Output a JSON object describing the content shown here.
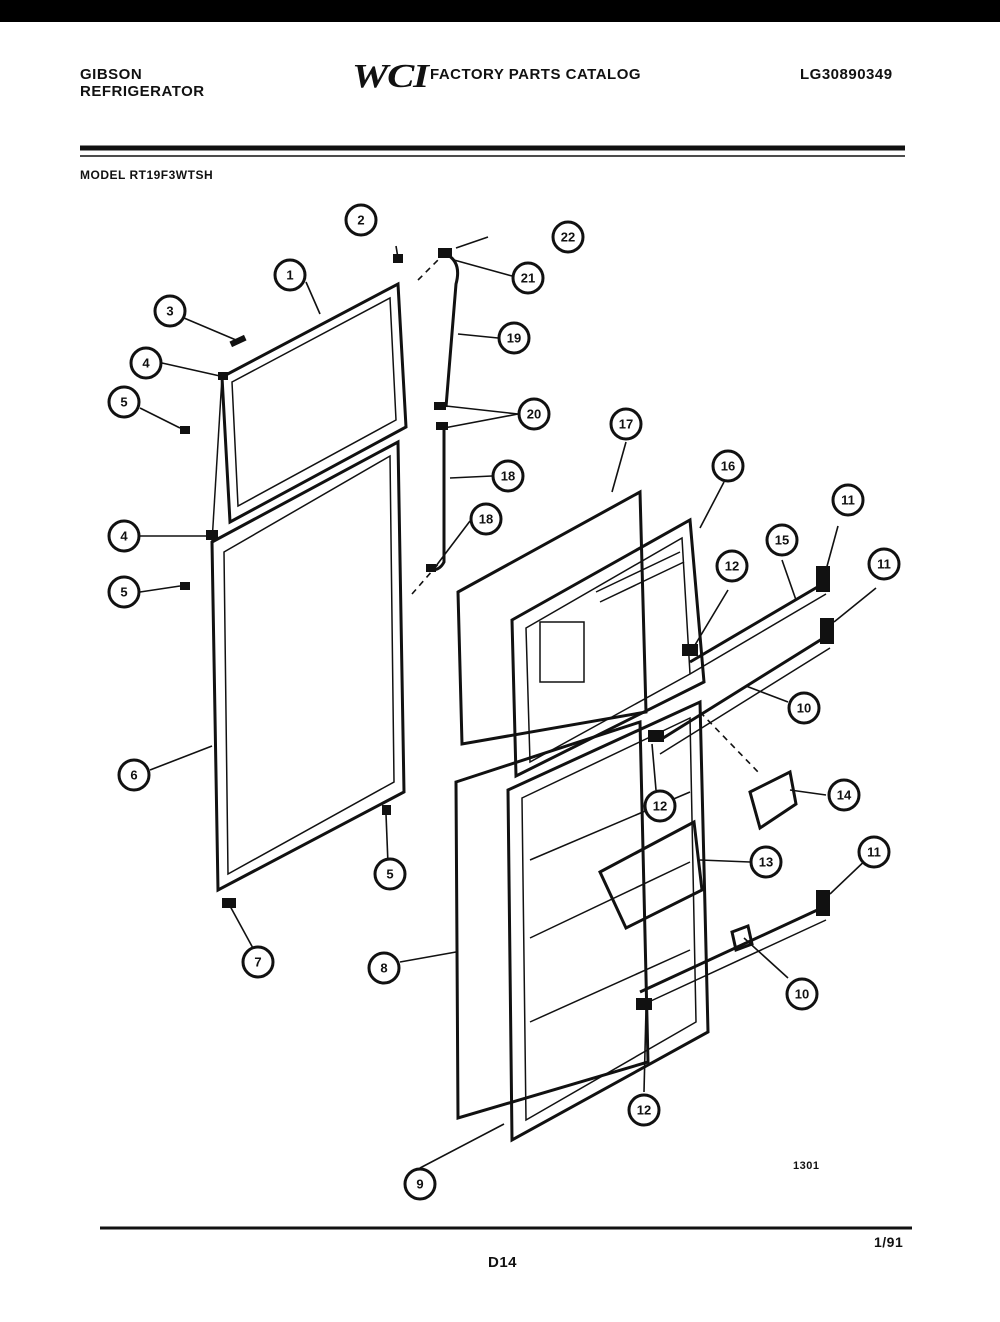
{
  "header": {
    "brand_line1": "GIBSON",
    "brand_line2": "REFRIGERATOR",
    "logo_text": "WCI",
    "catalog_title": "FACTORY PARTS CATALOG",
    "document_number": "LG30890349"
  },
  "model_label": "MODEL RT19F3WTSH",
  "figure_number": "1301",
  "page_code": "D14",
  "date_code": "1/91",
  "callouts": [
    "1",
    "2",
    "3",
    "4",
    "4",
    "5",
    "5",
    "5",
    "6",
    "7",
    "8",
    "9",
    "10",
    "10",
    "11",
    "11",
    "11",
    "12",
    "12",
    "12",
    "13",
    "14",
    "15",
    "16",
    "17",
    "18",
    "18",
    "19",
    "20",
    "21",
    "22"
  ]
}
